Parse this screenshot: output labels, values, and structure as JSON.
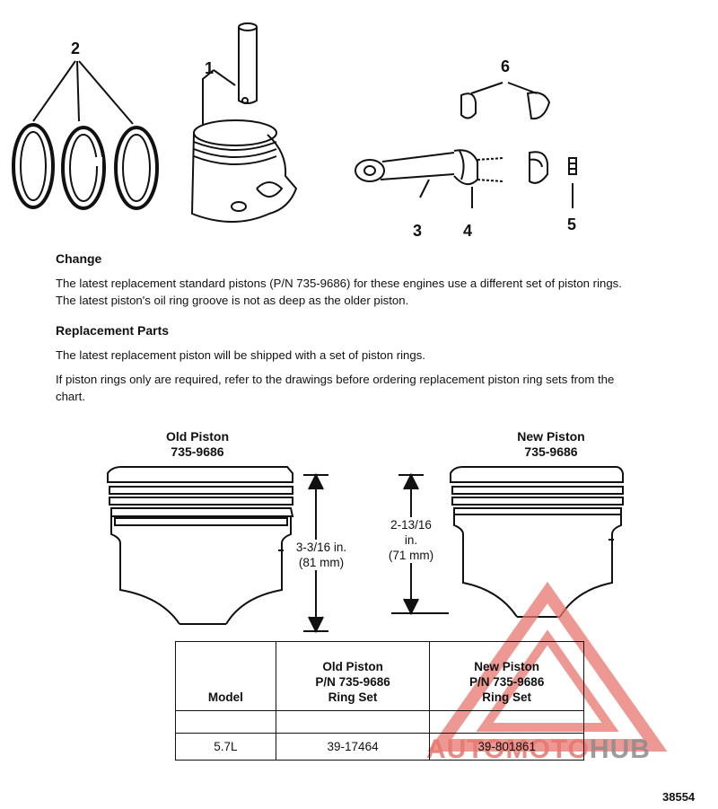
{
  "callouts": {
    "n1": "1",
    "n2": "2",
    "n3": "3",
    "n4": "4",
    "n5": "5",
    "n6": "6"
  },
  "change": {
    "heading": "Change",
    "line1": "The latest replacement standard pistons (P/N 735-9686) for these engines use a different set of piston rings.",
    "line2": "The latest piston's oil ring groove is not as deep as the older piston."
  },
  "replacement": {
    "heading": "Replacement Parts",
    "para1": "The latest replacement piston will be shipped with a set of piston rings.",
    "para2_line1": "If piston rings only are required, refer to the drawings before ordering replacement piston ring sets from the",
    "para2_line2": "chart."
  },
  "pistons": {
    "old": {
      "name": "Old Piston",
      "pn": "735-9686",
      "dim1": "3-3/16 in.",
      "dim2": "(81 mm)"
    },
    "new": {
      "name": "New Piston",
      "pn": "735-9686",
      "dim1": "2-13/16",
      "dim2": "in.",
      "dim3": "(71 mm)"
    }
  },
  "table": {
    "col_model": "Model",
    "col_old": [
      "Old Piston",
      "P/N 735-9686",
      "Ring Set"
    ],
    "col_new": [
      "New Piston",
      "P/N 735-9686",
      "Ring Set"
    ],
    "rows": [
      {
        "model": "5.7L",
        "old": "39-17464",
        "new": "39-801861"
      }
    ]
  },
  "watermark": {
    "text_a": "AUTOMOTO",
    "text_b": "HUB",
    "color_a": "#e8766f",
    "color_b": "#8c8c8c"
  },
  "figure_number": "38554"
}
